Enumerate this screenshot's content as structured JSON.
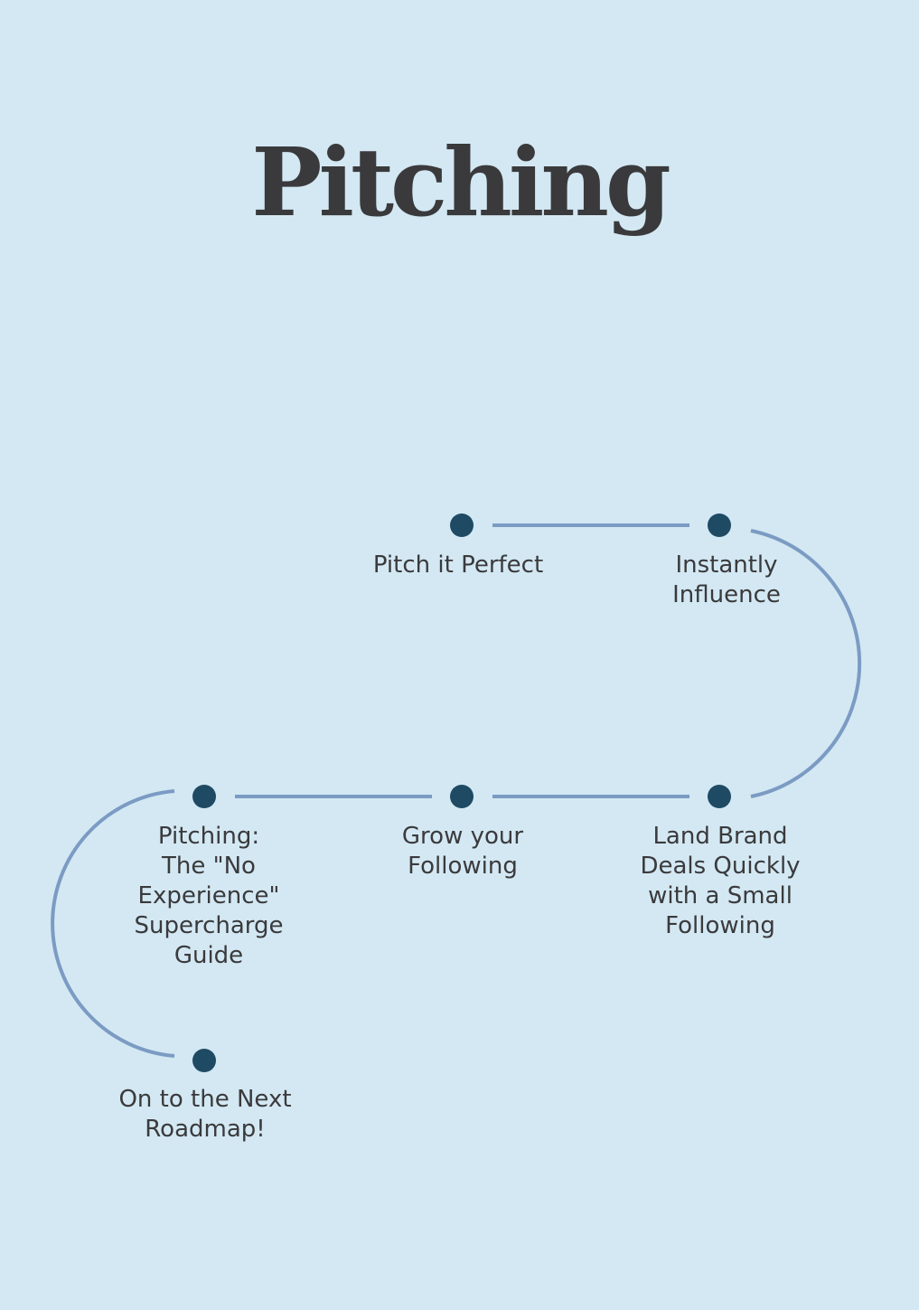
{
  "title": "Pitching",
  "colors": {
    "background": "#d3e8f3",
    "connector": "#7b9bc3",
    "node": "#1e4a64",
    "text": "#3a3a3c"
  },
  "steps": [
    {
      "label": "Pitch it Perfect"
    },
    {
      "label": "Instantly\nInfluence"
    },
    {
      "label": "Land Brand\nDeals Quickly\nwith a Small\nFollowing"
    },
    {
      "label": "Grow your\nFollowing"
    },
    {
      "label": "Pitching:\nThe \"No\nExperience\"\nSupercharge\nGuide"
    },
    {
      "label": "On to the Next\nRoadmap!"
    }
  ]
}
